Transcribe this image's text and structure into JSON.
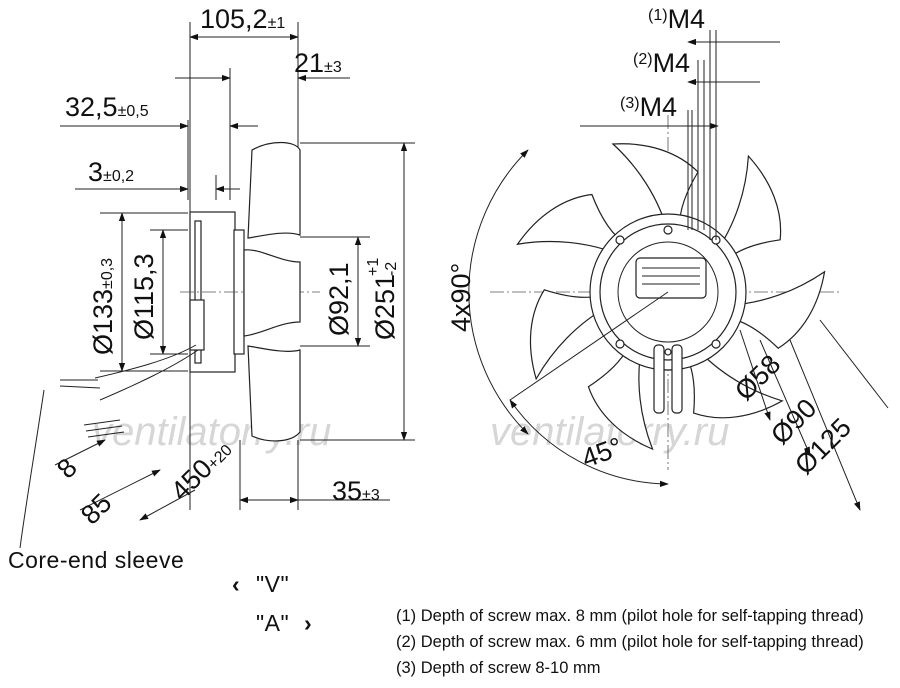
{
  "dimensions_left": {
    "overall_length": "105,2",
    "overall_length_tol": "±1",
    "flange_offset": "21",
    "flange_offset_tol": "±3",
    "motor_depth": "32,5",
    "motor_depth_tol": "±0,5",
    "rim_thickness": "3",
    "rim_thickness_tol": "±0,2",
    "motor_diameter": "Ø133",
    "motor_diameter_tol": "±0,3",
    "inner_diameter": "Ø115,3",
    "hub_diameter": "Ø92,1",
    "impeller_diameter": "Ø251",
    "impeller_tol_upper": "+1",
    "impeller_tol_lower": "-2",
    "blade_depth": "35",
    "blade_depth_tol": "±3",
    "wire_strip": "8",
    "wire_sleeve": "85",
    "cable_length": "450",
    "cable_length_tol": "+20"
  },
  "dimensions_right": {
    "thread1": "M4",
    "thread1_ref": "(1)",
    "thread2": "M4",
    "thread2_ref": "(2)",
    "thread3": "M4",
    "thread3_ref": "(3)",
    "hole_angles": "4x90°",
    "offset_angle": "45°",
    "pitch_58": "Ø58",
    "pitch_90": "Ø90",
    "pitch_125": "Ø125"
  },
  "watermark": "ventilatorry.ru",
  "labels": {
    "core_end_sleeve": "Core-end sleeve",
    "view_v": "\"V\"",
    "view_a": "\"A\""
  },
  "notes": [
    "(1) Depth of screw max. 8 mm (pilot hole for self-tapping thread)",
    "(2) Depth of screw max. 6 mm (pilot hole for self-tapping thread)",
    "(3) Depth of screw 8-10 mm"
  ]
}
